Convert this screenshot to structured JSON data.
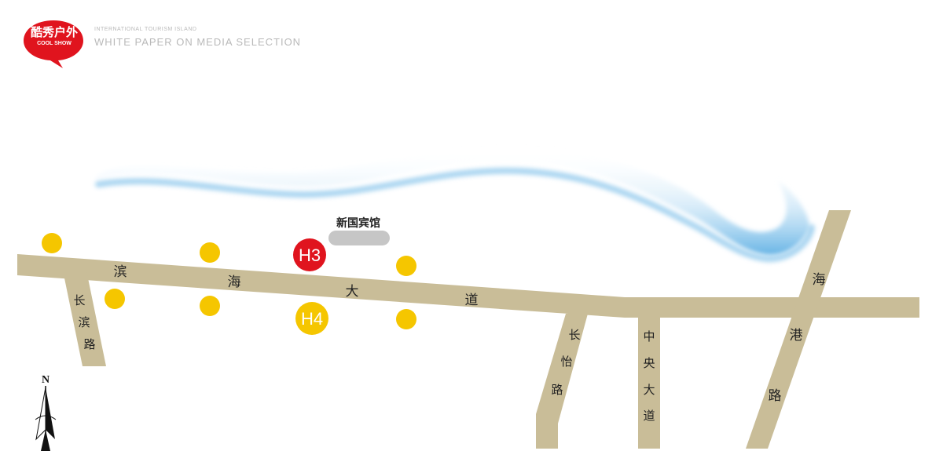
{
  "header": {
    "brand_cn": "酷秀户外",
    "brand_en": "COOL SHOW",
    "tagline_small": "INTERNATIONAL TOURISM ISLAND",
    "tagline_large": "WHITE PAPER ON MEDIA SELECTION"
  },
  "compass": {
    "label": "N"
  },
  "landmark": {
    "name": "新国宾馆"
  },
  "markers": [
    {
      "id": "H3",
      "label": "H3",
      "color": "#e0141e"
    },
    {
      "id": "H4",
      "label": "H4",
      "color": "#f5c600"
    }
  ],
  "roads": {
    "binhai": [
      "滨",
      "海",
      "大",
      "道"
    ],
    "changbin": [
      "长",
      "滨",
      "路"
    ],
    "changyi": [
      "长",
      "怡",
      "路"
    ],
    "zhongyang": [
      "中",
      "央",
      "大",
      "道"
    ],
    "haigang": [
      "海",
      "港",
      "路"
    ]
  },
  "colors": {
    "road": "#c9bd98",
    "dot": "#f5c600",
    "brand_red": "#e0141e",
    "water": "#6fb8e6",
    "landmark_bar": "#c6c6c6"
  }
}
